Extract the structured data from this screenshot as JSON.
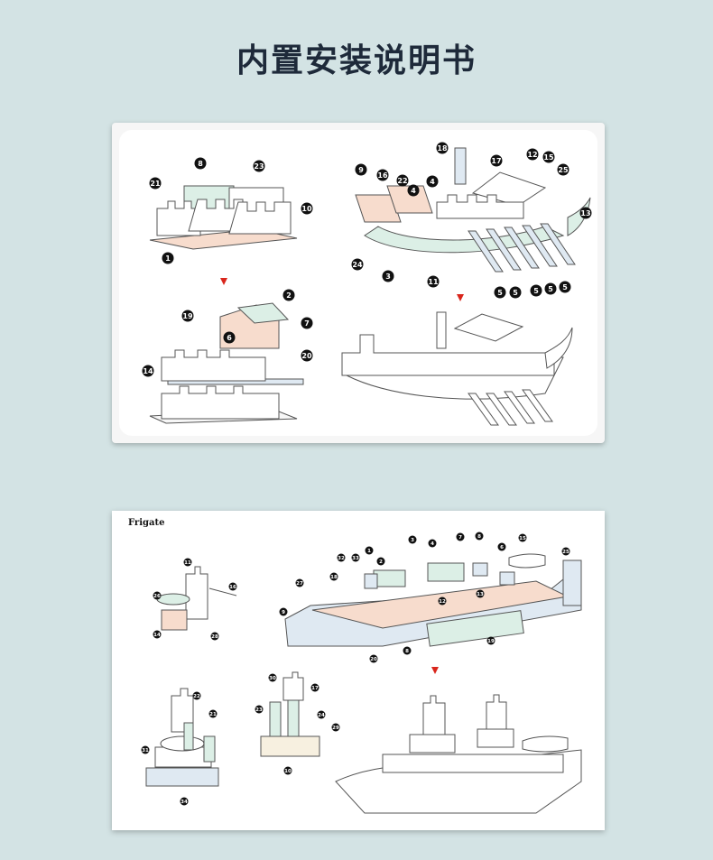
{
  "page": {
    "title": "内置安装说明书"
  },
  "cards": [
    {
      "heading": ""
    },
    {
      "heading": "Frigate"
    }
  ],
  "colors": {
    "background": "#d3e3e4",
    "title": "#1e2a3a",
    "part_green": "#dcefe6",
    "part_pink": "#f7dccd",
    "part_blue": "#dfe9f2",
    "arrow": "#d9261c"
  },
  "labels": {
    "house_kit": [
      "8",
      "23",
      "21",
      "10",
      "1",
      "2",
      "19",
      "7",
      "6",
      "20",
      "14"
    ],
    "ship_kit": [
      "18",
      "17",
      "12",
      "15",
      "25",
      "9",
      "16",
      "22",
      "4",
      "4",
      "13",
      "24",
      "3",
      "11",
      "5",
      "5",
      "5",
      "5",
      "5"
    ],
    "frigate_parts": [
      "11",
      "16",
      "26",
      "14",
      "28",
      "3",
      "4",
      "7",
      "8",
      "6",
      "15",
      "25",
      "32",
      "33",
      "1",
      "2",
      "27",
      "18",
      "12",
      "13",
      "9",
      "20",
      "8",
      "19",
      "30",
      "17",
      "23",
      "24",
      "29",
      "10",
      "22",
      "21",
      "31",
      "34"
    ]
  }
}
